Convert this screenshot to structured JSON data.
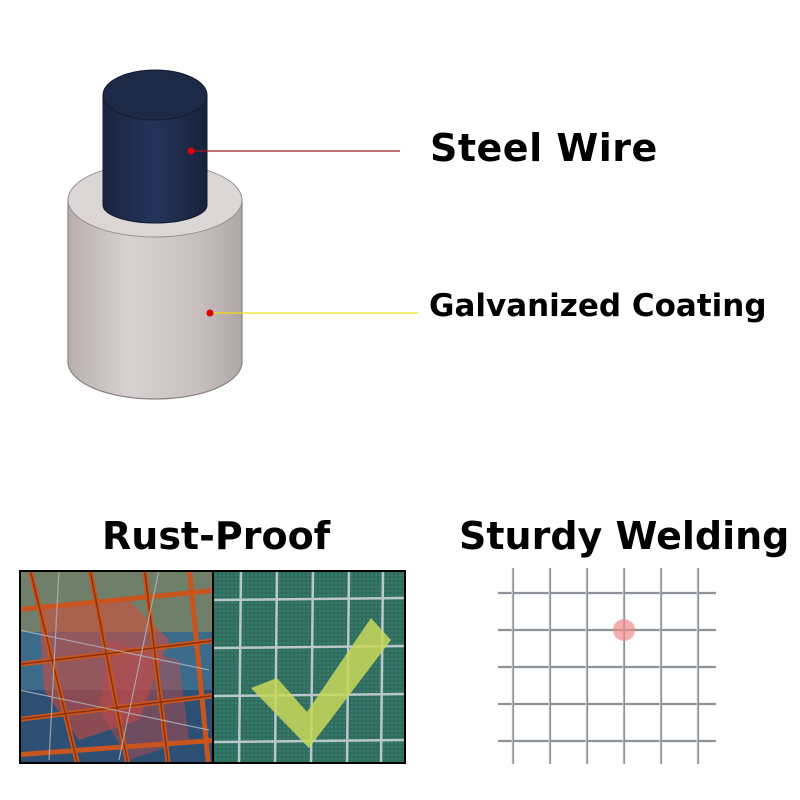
{
  "wire_diagram": {
    "steel_wire_label": "Steel Wire",
    "coating_label": "Galvanized Coating",
    "core_color": "#1f2d49",
    "coating_color": "#cfc6c6",
    "steel_line_color": "#a0171f",
    "coating_line_color": "#f0e010",
    "marker_color": "#e00000"
  },
  "features": {
    "rust_proof_label": "Rust-Proof",
    "sturdy_welding_label": "Sturdy Welding",
    "rust_color": "#d2532a",
    "green_mesh_color": "#2f6e5e",
    "check_color": "#c9d85a"
  }
}
